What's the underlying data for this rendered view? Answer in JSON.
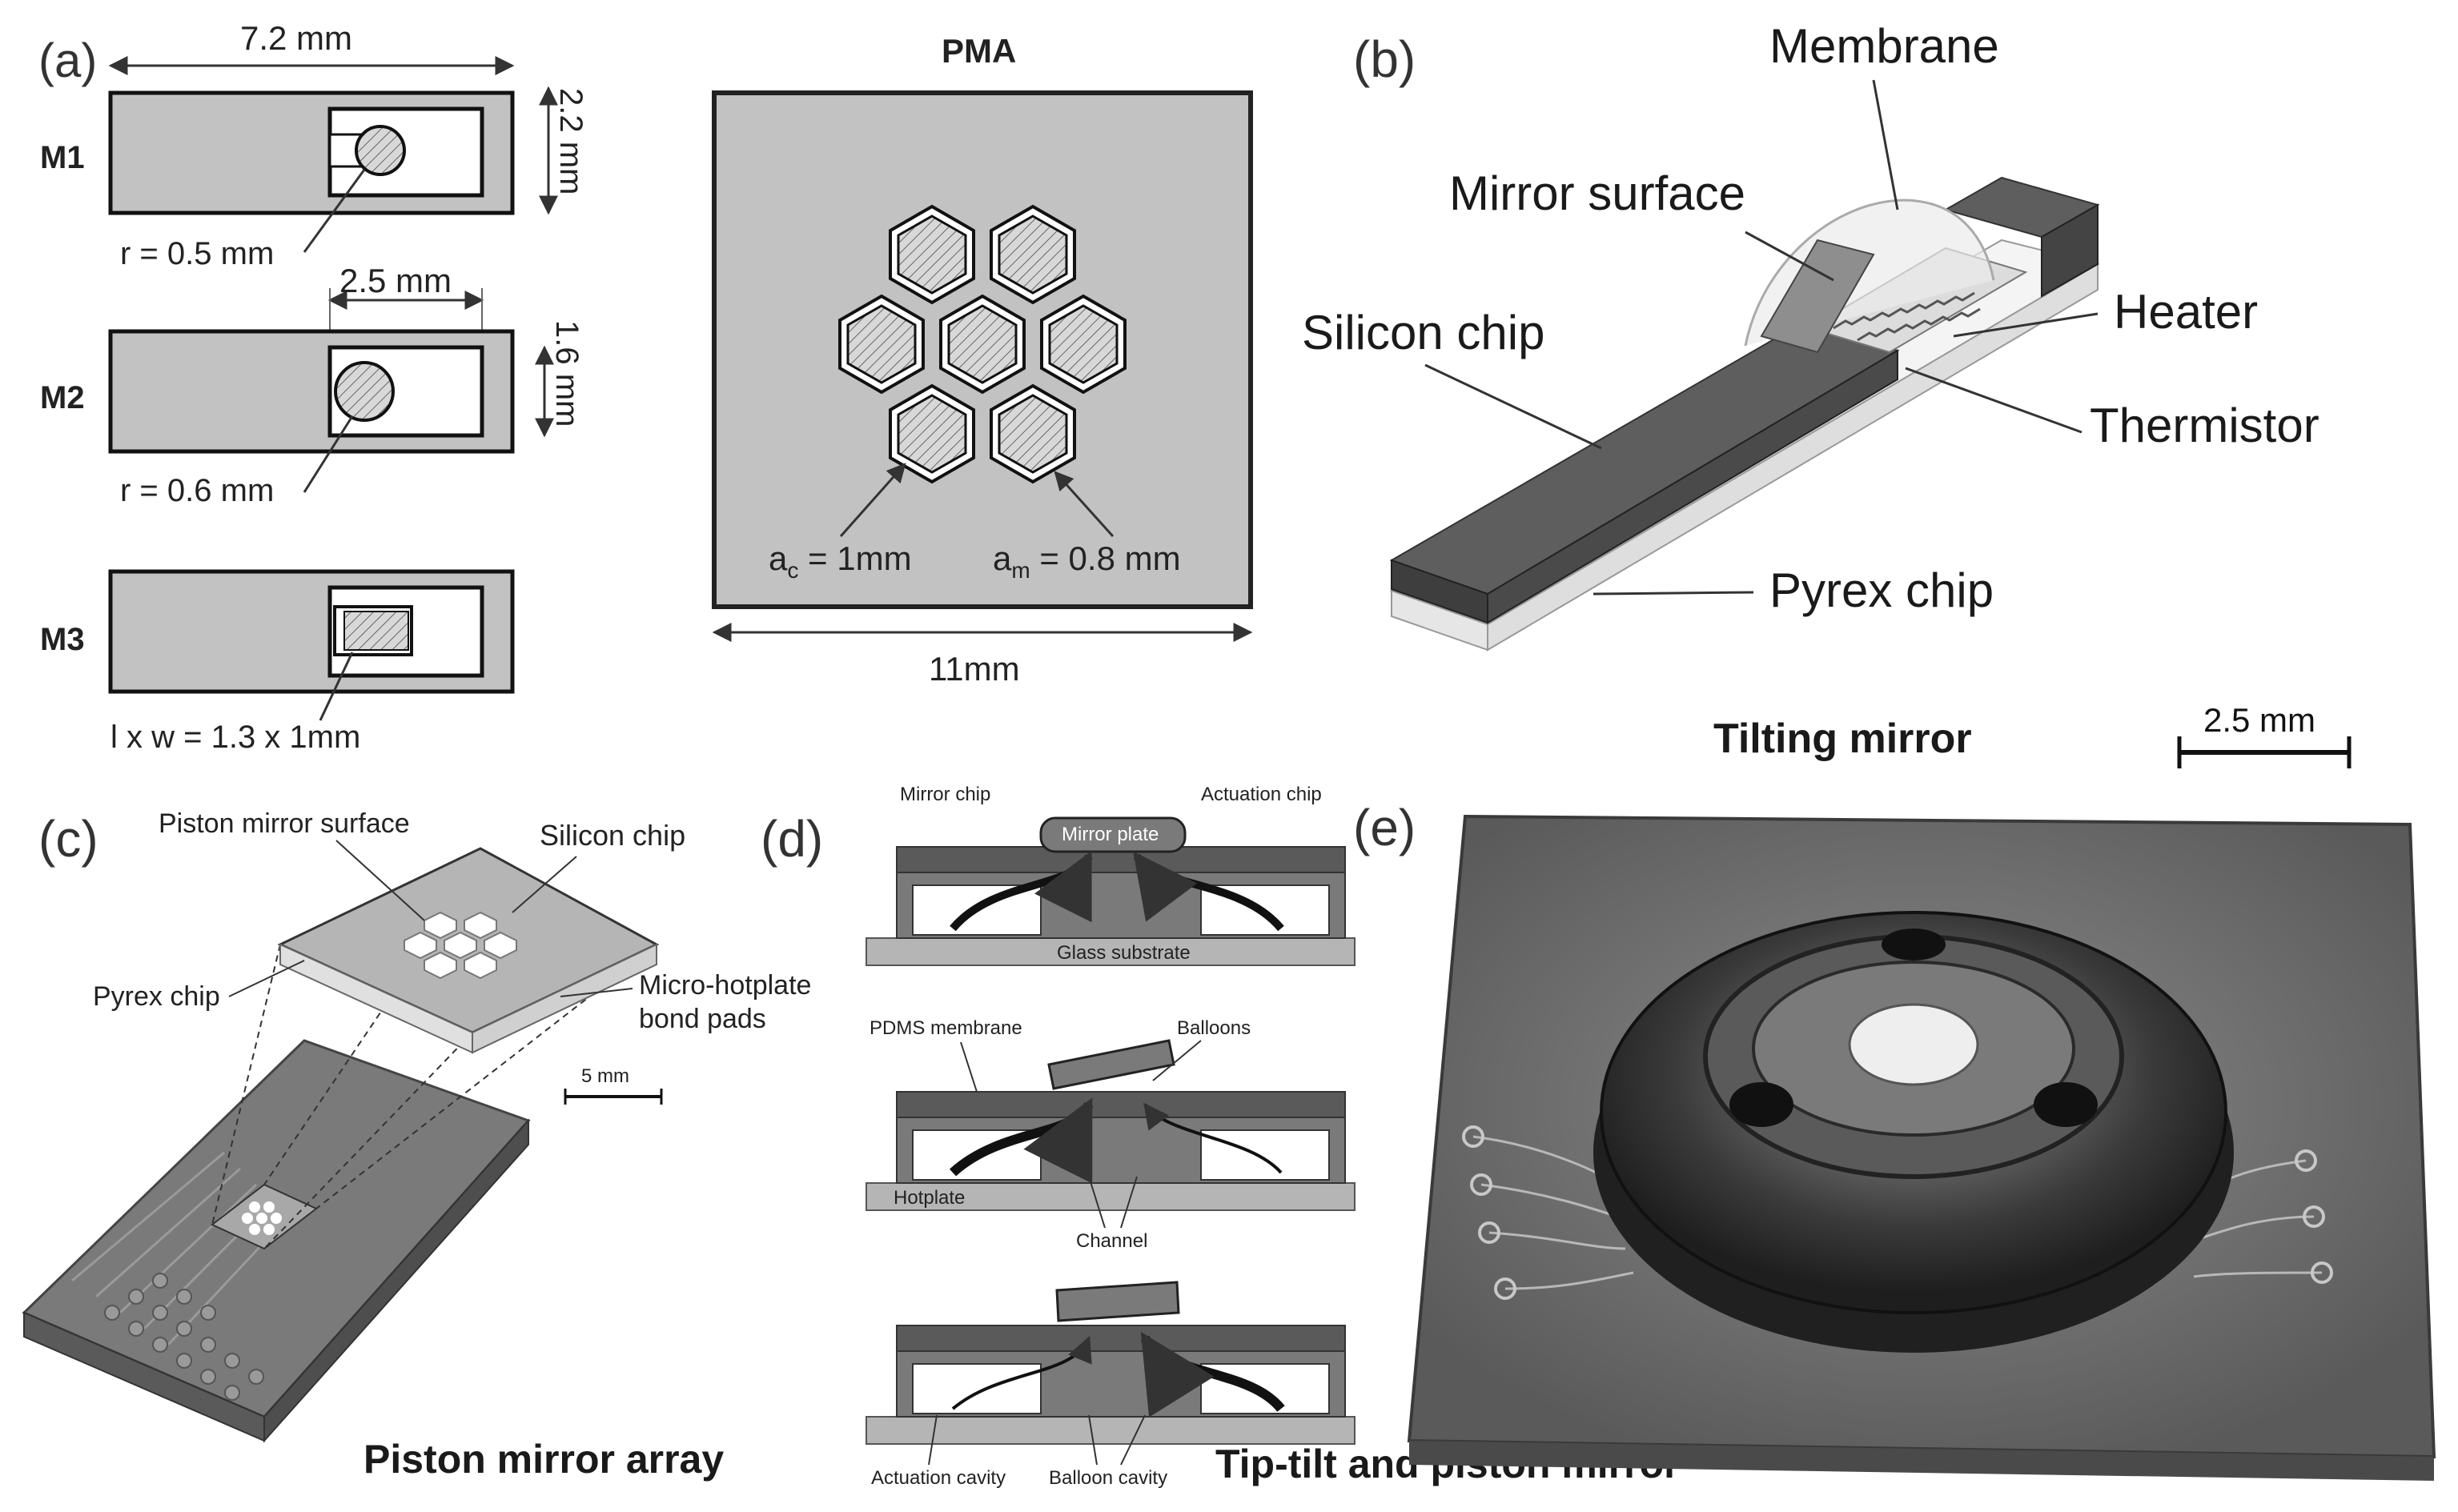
{
  "panel_a": {
    "label": "(a)",
    "width_dim": "7.2 mm",
    "height_dim": "2.2 mm",
    "m1": "M1",
    "m2": "M2",
    "m3": "M3",
    "r1": "r = 0.5 mm",
    "r2": "r = 0.6 mm",
    "m2_width_dim": "2.5 mm",
    "m2_height_dim": "1.6 mm",
    "lxw": "l x w = 1.3 x 1mm",
    "pma_title": "PMA",
    "ac": "a",
    "ac_sub": "c",
    "ac_val": " = 1mm",
    "am": "a",
    "am_sub": "m",
    "am_val": " = 0.8 mm",
    "pma_width": "11mm"
  },
  "panel_b": {
    "label": "(b)",
    "membrane": "Membrane",
    "mirror_surface": "Mirror surface",
    "silicon_chip": "Silicon chip",
    "heater": "Heater",
    "thermistor": "Thermistor",
    "pyrex_chip": "Pyrex chip",
    "caption": "Tilting mirror"
  },
  "panel_c": {
    "label": "(c)",
    "piston_surface": "Piston mirror surface",
    "silicon_chip": "Silicon chip",
    "pyrex_chip": "Pyrex chip",
    "micro_hotplate": "Micro-hotplate",
    "bond_pads": "bond pads",
    "scale": "5 mm",
    "caption": "Piston mirror array"
  },
  "panel_d": {
    "label": "(d)",
    "mirror_chip": "Mirror chip",
    "actuation_chip": "Actuation chip",
    "mirror_plate": "Mirror plate",
    "glass_substrate": "Glass substrate",
    "pdms_membrane": "PDMS membrane",
    "balloons": "Balloons",
    "hotplate": "Hotplate",
    "channel": "Channel",
    "actuation_cavity": "Actuation cavity",
    "balloon_cavity": "Balloon cavity",
    "caption": "Tip-tilt and piston mirror"
  },
  "panel_e": {
    "label": "(e)",
    "scale": "2.5 mm"
  },
  "colors": {
    "chip_gray": "#c2c2c2",
    "dark_gray": "#555555",
    "text": "#1a1a1a"
  }
}
